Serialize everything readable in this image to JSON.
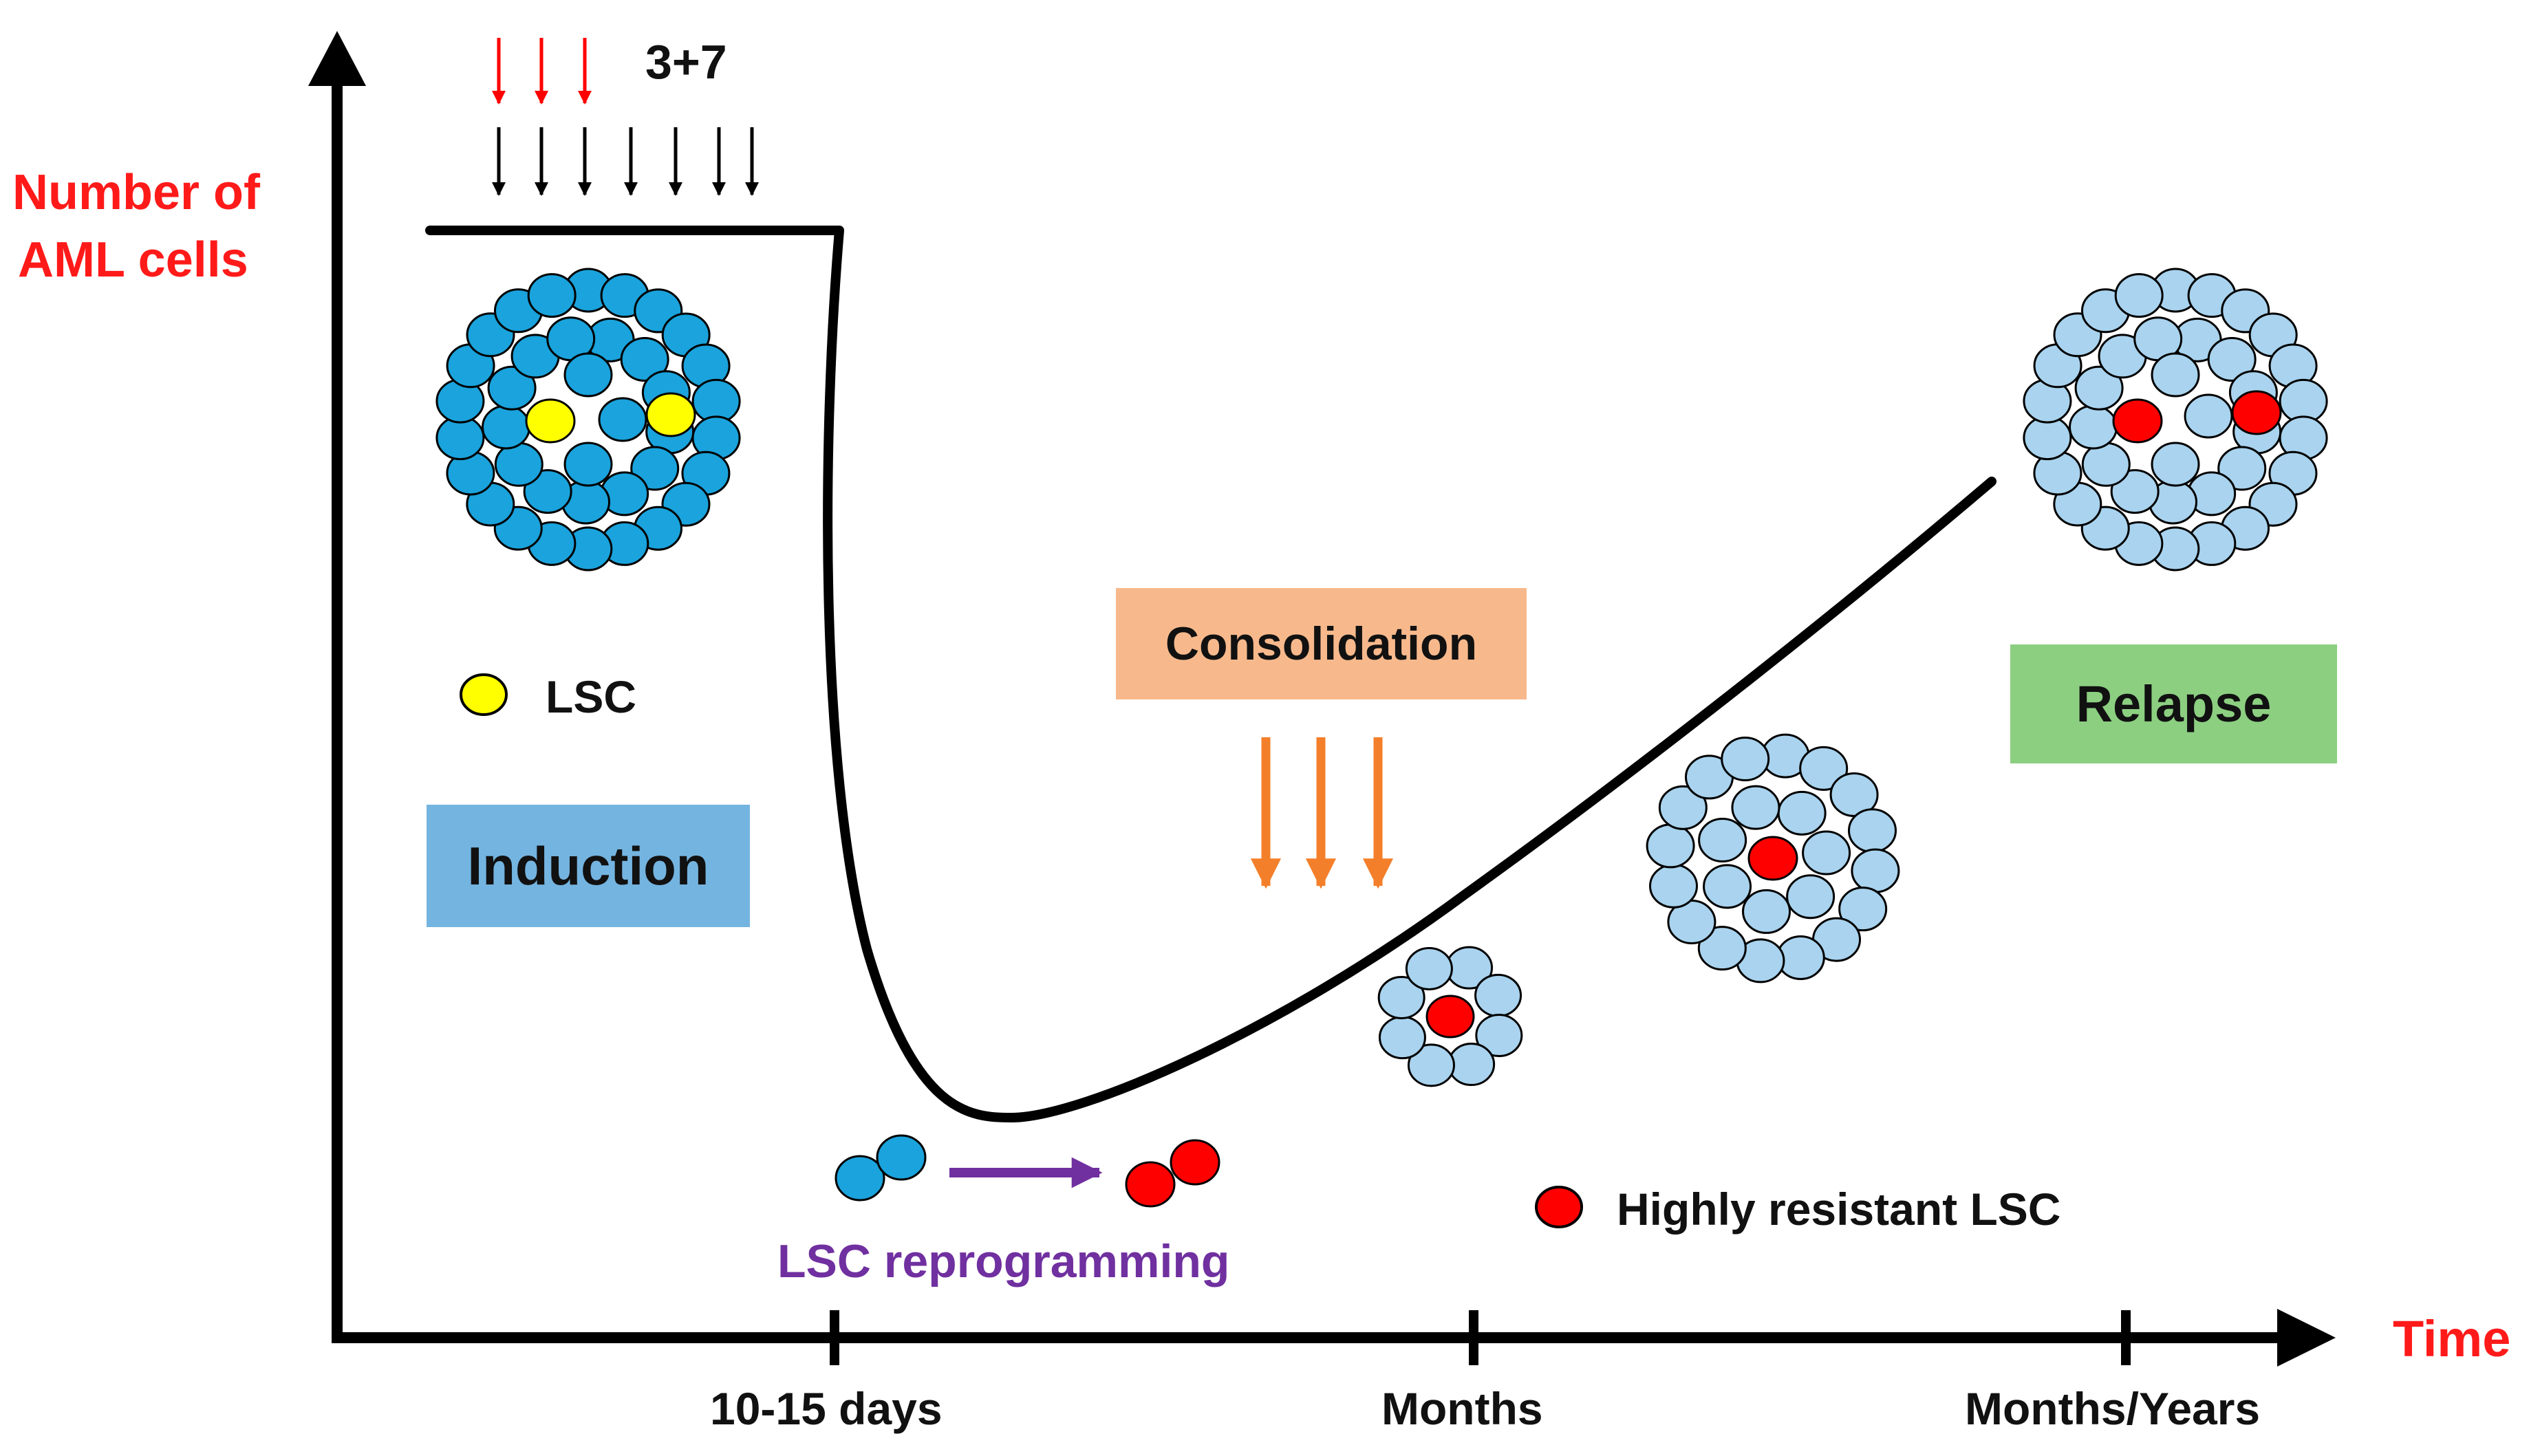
{
  "axes": {
    "y_label_line1": "Number of",
    "y_label_line2": "AML cells",
    "x_label": "Time",
    "ticks": [
      "10-15 days",
      "Months",
      "Months/Years"
    ]
  },
  "regimen_label": "3+7",
  "phases": {
    "induction": "Induction",
    "consolidation": "Consolidation",
    "relapse": "Relapse"
  },
  "legend": {
    "lsc": "LSC",
    "highly_resistant_lsc": "Highly resistant LSC"
  },
  "process": {
    "reprogramming": "LSC reprogramming"
  },
  "colors": {
    "axis_label": "#ff1a1a",
    "curve": "#000000",
    "aml_cell": "#1aa3dc",
    "lsc": "#ffff00",
    "resistant_lsc": "#ff0000",
    "relapse_cell": "#a9d3ee",
    "induction_box": "#74b4e0",
    "consolidation_box": "#f7b98c",
    "relapse_box": "#8ccf81",
    "consolidation_arrows": "#f47f2a",
    "reprogramming_arrow": "#7030a0",
    "red_dose_arrows": "#ff0000",
    "black_dose_arrows": "#000000"
  }
}
